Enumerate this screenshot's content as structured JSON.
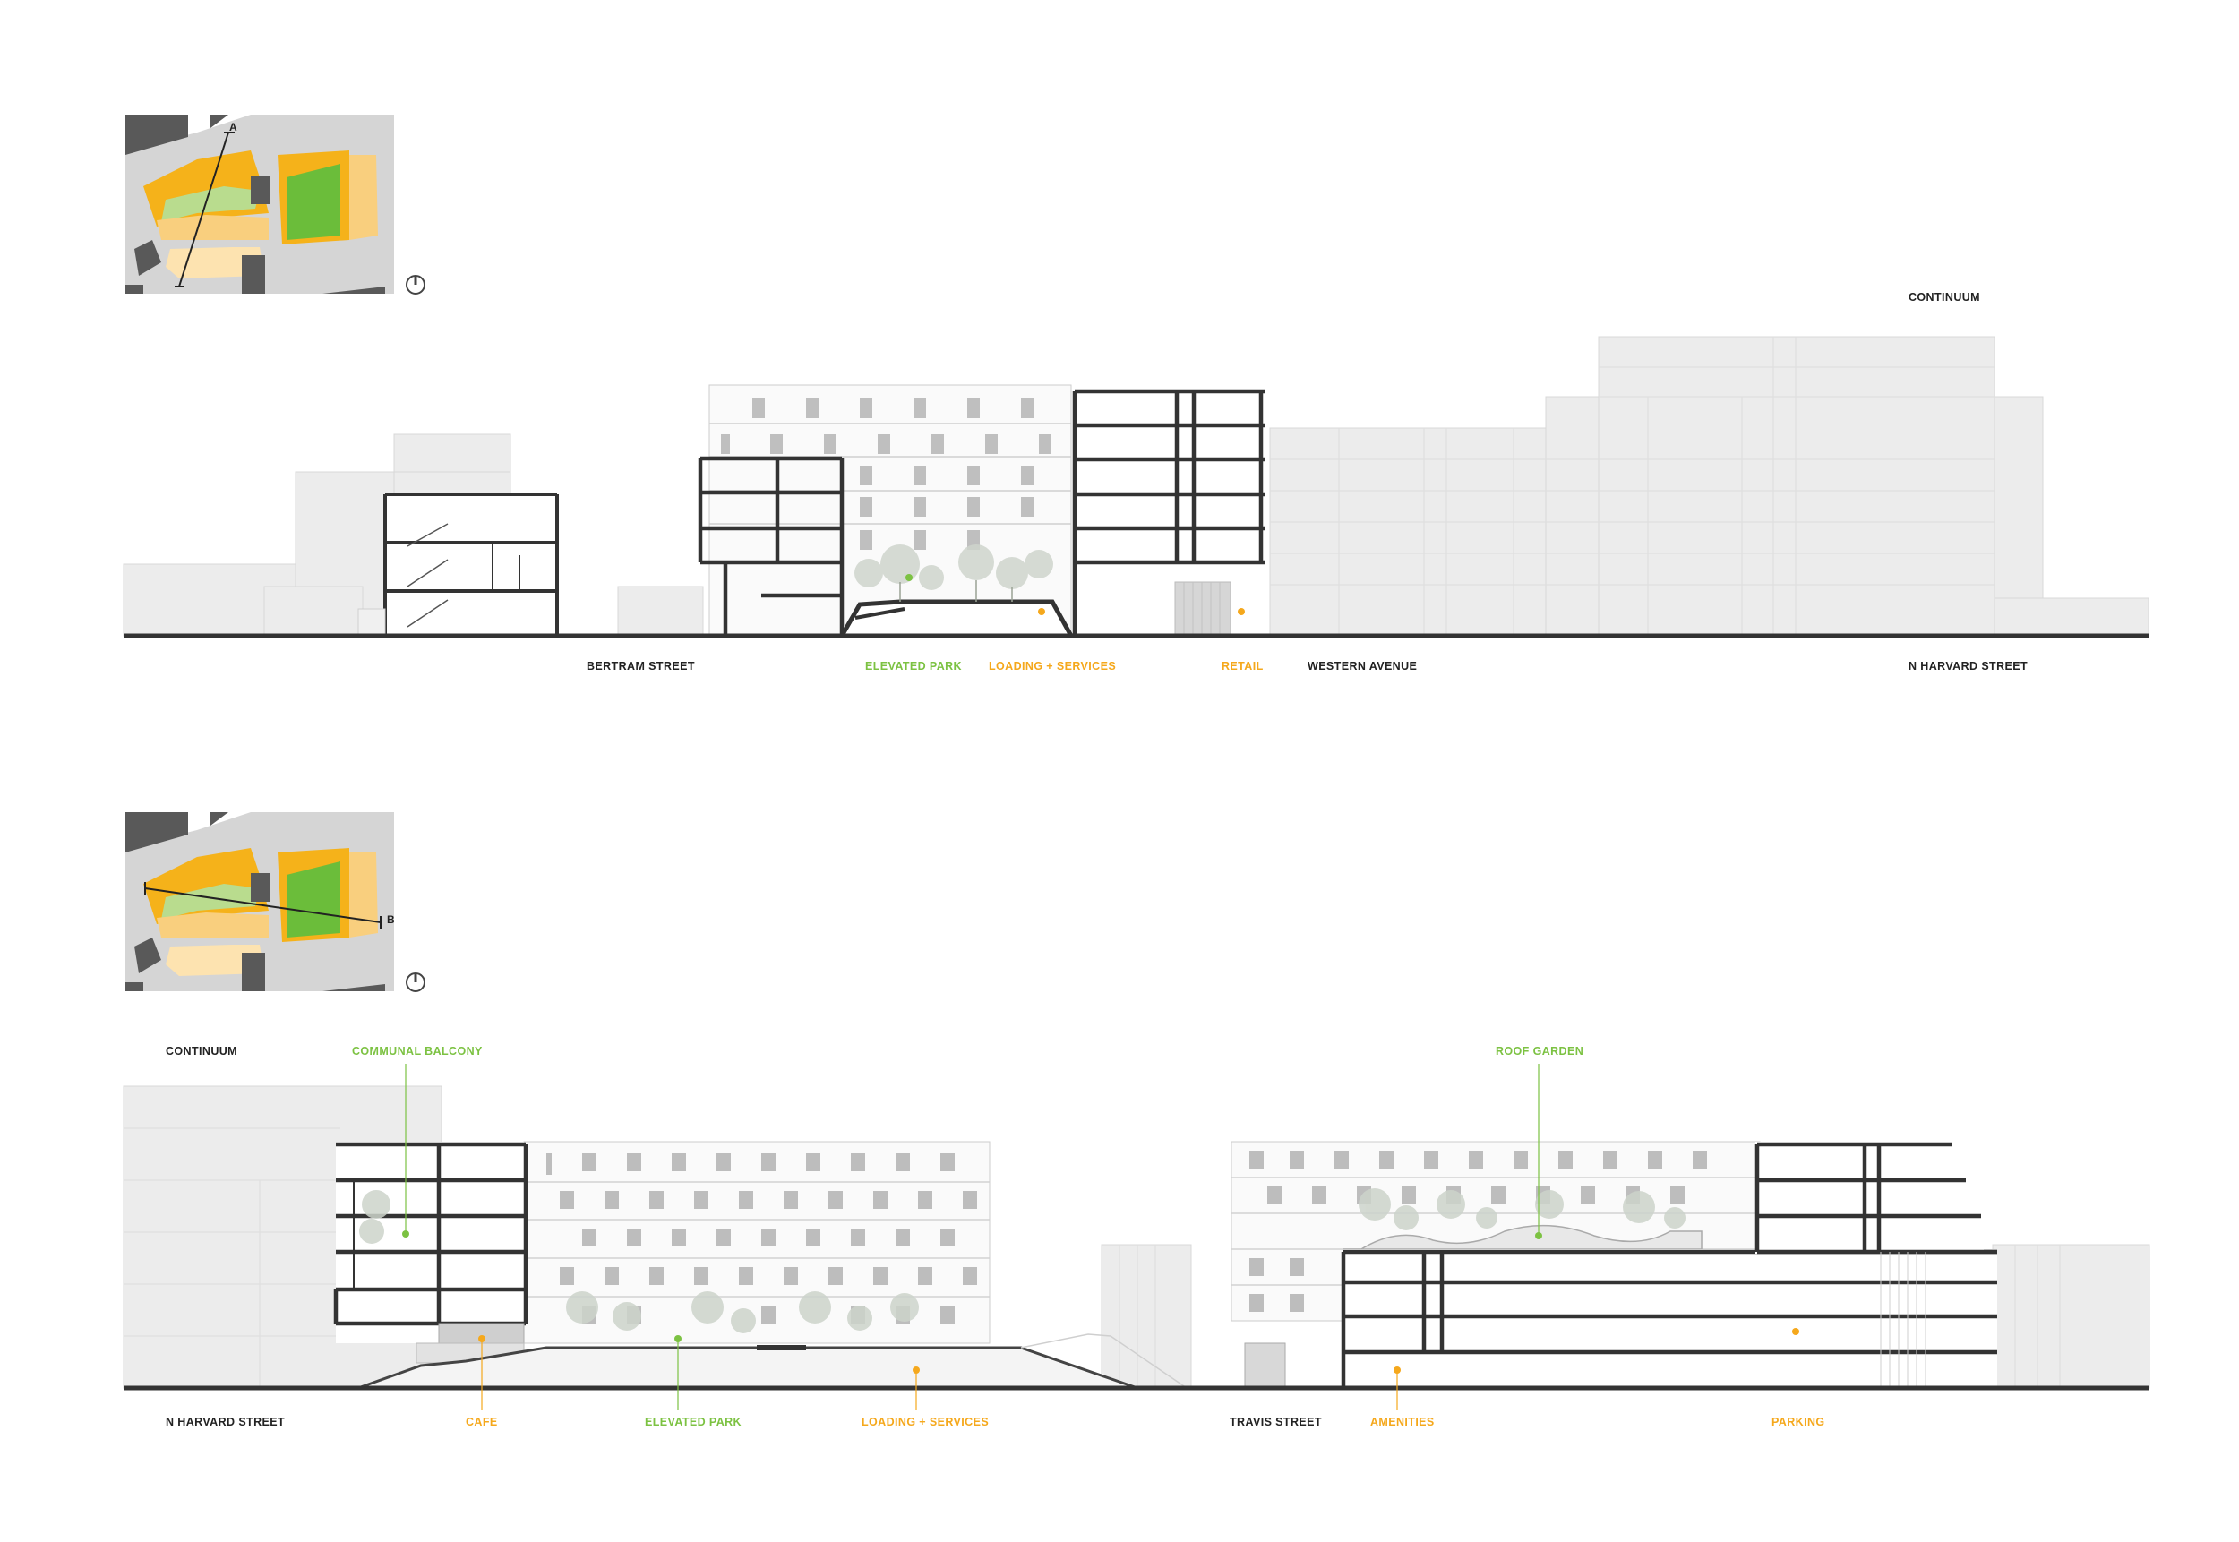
{
  "colors": {
    "green": "#7cc242",
    "orange": "#f5a81c",
    "dark": "#333333",
    "grey": "#ececec"
  },
  "section_a": {
    "key_map_marker": "A",
    "continuum_label": "CONTINUUM",
    "street_labels": [
      "BERTRAM STREET",
      "WESTERN AVENUE",
      "N HARVARD STREET"
    ],
    "callouts": {
      "elevated_park": "ELEVATED PARK",
      "loading_services": "LOADING + SERVICES",
      "retail": "RETAIL"
    }
  },
  "section_b": {
    "key_map_marker": "B",
    "continuum_label": "CONTINUUM",
    "street_labels": [
      "N HARVARD STREET",
      "TRAVIS STREET"
    ],
    "callouts": {
      "communal_balcony": "COMMUNAL BALCONY",
      "roof_garden": "ROOF GARDEN",
      "cafe": "CAFE",
      "elevated_park": "ELEVATED PARK",
      "loading_services": "LOADING + SERVICES",
      "amenities": "AMENITIES",
      "parking": "PARKING"
    }
  }
}
